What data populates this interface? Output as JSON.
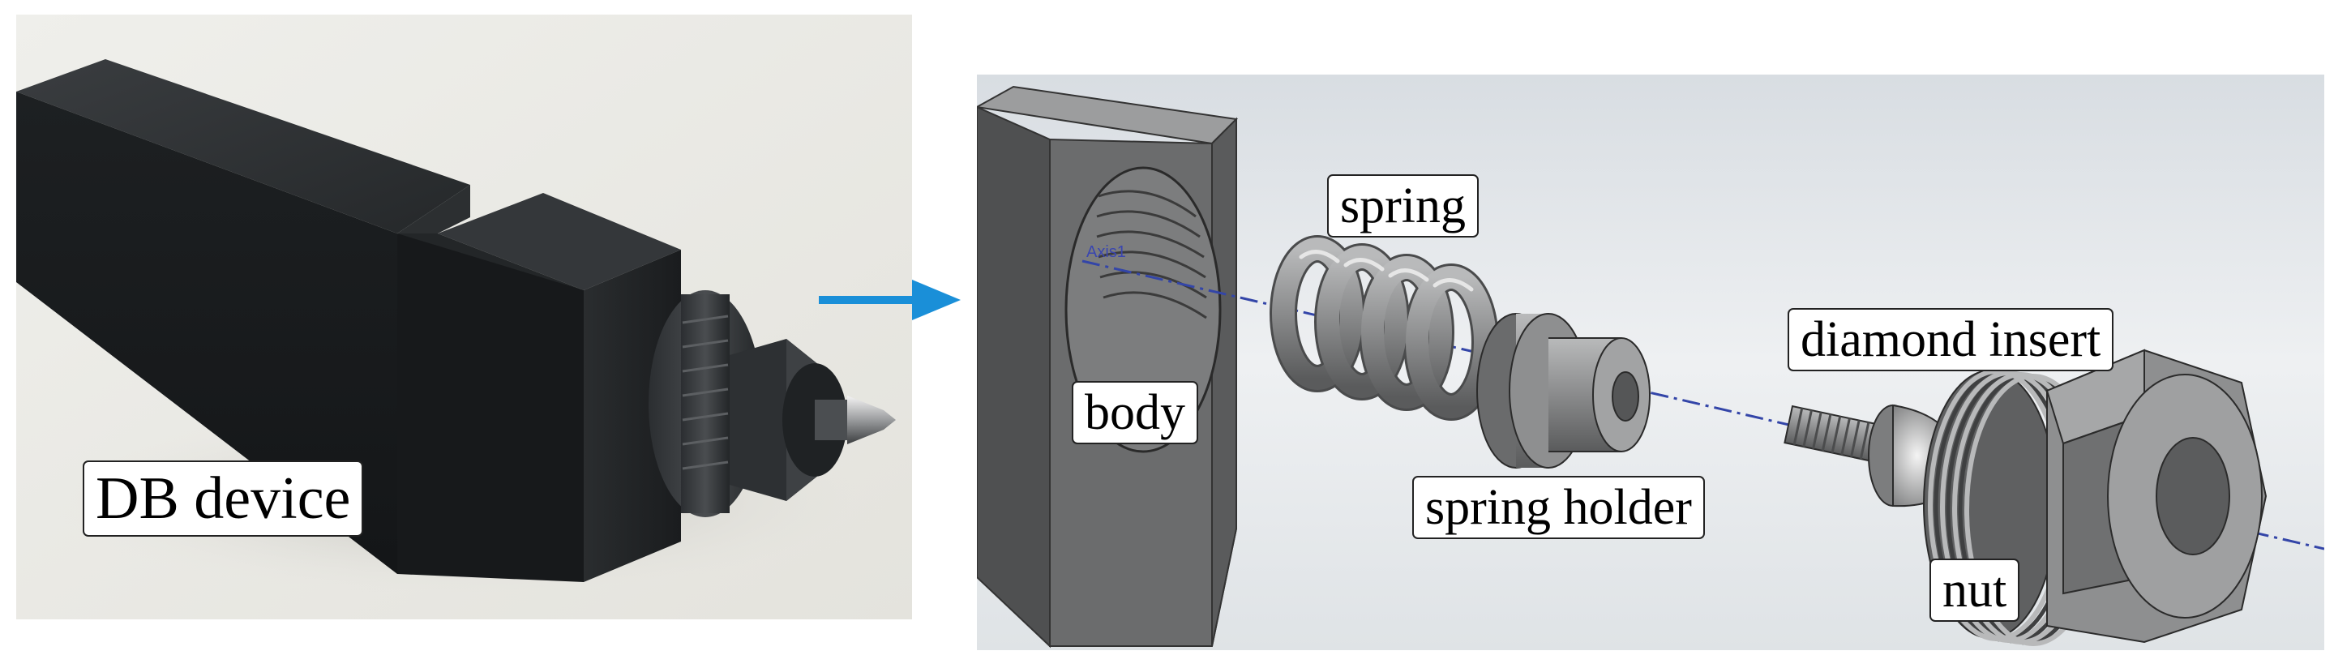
{
  "labels": {
    "db_device": "DB device",
    "body": "body",
    "spring": "spring",
    "spring_holder": "spring holder",
    "diamond_insert": "diamond insert",
    "nut": "nut",
    "axis": "Axis1"
  },
  "colors": {
    "arrow": "#1a8fd8",
    "axis_line": "#3345a8",
    "device_dark": "#1f2224",
    "part_gray": "#8d8e8f"
  }
}
